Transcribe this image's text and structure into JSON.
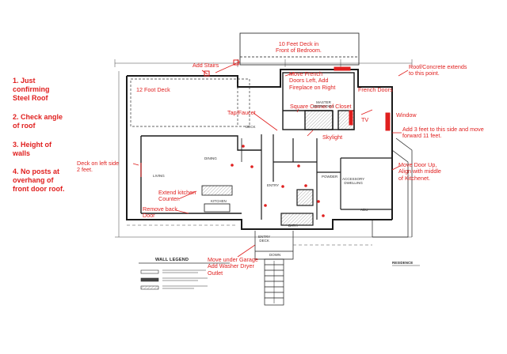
{
  "notes": [
    {
      "text": "1. Just\nconfirming\nSteel Roof"
    },
    {
      "text": "2. Check angle\nof roof"
    },
    {
      "text": "3. Height of\nwalls"
    },
    {
      "text": "4. No posts at\noverhang of\nfront door roof."
    }
  ],
  "annotations": [
    {
      "text": "10 Feet Deck in\nFront of Bedroom."
    },
    {
      "text": "Add Stairs"
    },
    {
      "text": "Roof/Concrete extends\nto this point."
    },
    {
      "text": "Move French\nDoors Left, Add\nFireplace on Right"
    },
    {
      "text": "French Doors"
    },
    {
      "text": "12 Foot Deck"
    },
    {
      "text": "Window"
    },
    {
      "text": "Tap/Faucet"
    },
    {
      "text": "Square Corner of Closet"
    },
    {
      "text": "TV"
    },
    {
      "text": "Add 3 feet to this side and move\nforward 11 feet."
    },
    {
      "text": "Skylight"
    },
    {
      "text": "Deck on left side\n2 feet."
    },
    {
      "text": "Move Door Up,\nAlign with middle\nof Kitchenet."
    },
    {
      "text": "Extend kitchen\nCounter."
    },
    {
      "text": "Remove back\nDoor"
    },
    {
      "text": "Move under Garage\nAdd Washer Dryer\nOutlet"
    }
  ],
  "rooms": {
    "deck": "DECK",
    "master_bedroom": "MASTER\nBEDROOM 1",
    "dining": "DINING",
    "living": "LIVING",
    "kitchen": "KITCHEN",
    "entry": "ENTRY",
    "powder": "POWDER",
    "accessory": "ACCESSORY\nDWELLING",
    "bath": "BATH",
    "entry_deck": "ENTRY\nDECK",
    "down": "DOWN",
    "adu": "ADU"
  },
  "legend": {
    "title": "WALL LEGEND"
  },
  "sheet": {
    "title": "RESIDENCE"
  },
  "colors": {
    "annotation": "#e0201f",
    "lines": "#1a1a1a",
    "hatch": "#555555"
  }
}
